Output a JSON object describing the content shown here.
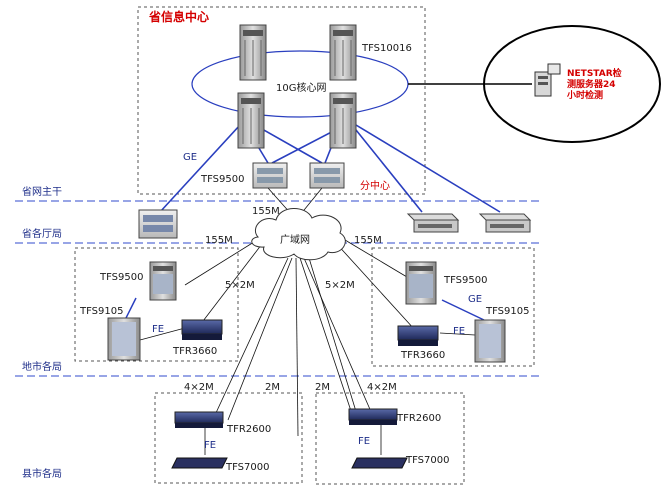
{
  "title": "省信息中心",
  "core_ring_label": "10G核心网",
  "netstar_text": [
    "NETSTAR检",
    "测服务器24",
    "小时检测"
  ],
  "tiers": [
    "省网主干",
    "省各厅局",
    "地市各局",
    "县市各局"
  ],
  "wan_label": "广域网",
  "sub_center_label": "分中心",
  "device_labels": {
    "tfs10016": "TFS10016",
    "tfs9500_center": "TFS9500",
    "tfs9500_left": "TFS9500",
    "tfs9105_left": "TFS9105",
    "tfr3660_left": "TFR3660",
    "tfs9500_right": "TFS9500",
    "tfs9105_right": "TFS9105",
    "tfr3660_right": "TFR3660",
    "tfr2600_left": "TFR2600",
    "tfs7000_left": "TFS7000",
    "tfr2600_right": "TFR2600",
    "tfs7000_right": "TFS7000"
  },
  "link_labels": {
    "ge_core": "GE",
    "m155_top": "155M",
    "m155_left": "155M",
    "m155_right": "155M",
    "m5x2_left": "5×2M",
    "m5x2_right": "5×2M",
    "fe_left": "FE",
    "ge_right": "GE",
    "fe_right": "FE",
    "m4x2_left": "4×2M",
    "m2_left": "2M",
    "m2_right": "2M",
    "m4x2_right": "4×2M",
    "fe_county_left": "FE",
    "fe_county_right": "FE"
  },
  "colors": {
    "link_blue": "#2a3fbf",
    "separator": "#5a6fd6",
    "label_red": "#d40000",
    "label_blue": "#1f2f8a"
  }
}
